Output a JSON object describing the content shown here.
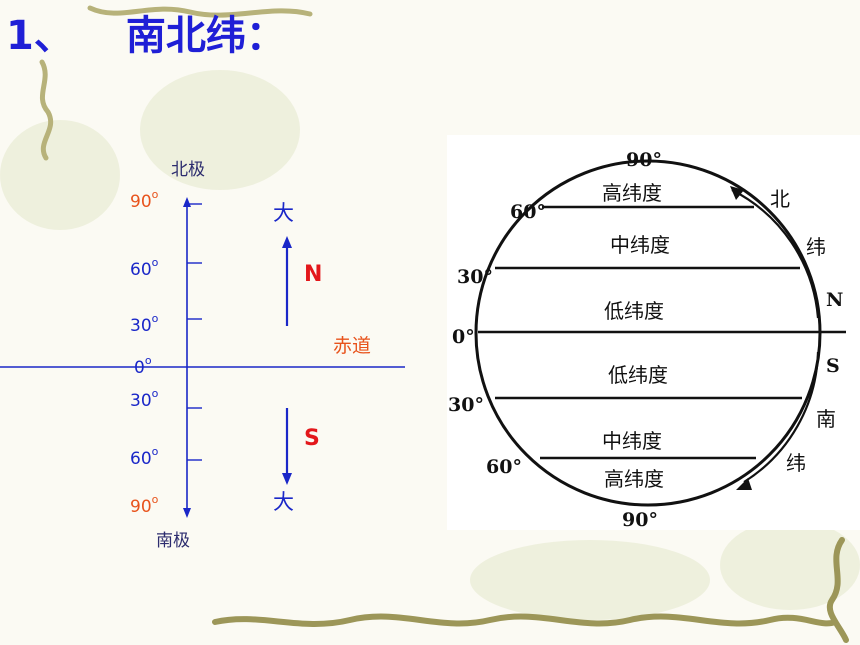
{
  "title": {
    "number": "1、",
    "text": "南北纬："
  },
  "axis_diagram": {
    "north_pole": "北极",
    "south_pole": "南极",
    "equator": "赤道",
    "degree_symbol": "o",
    "north_labels": [
      "90",
      "60",
      "30"
    ],
    "zero": "0",
    "south_labels": [
      "30",
      "60",
      "90"
    ],
    "north_big": "大",
    "south_big": "大",
    "north_letter": "N",
    "south_letter": "S"
  },
  "globe_diagram": {
    "top_label": "90°",
    "bottom_label": "90°",
    "left_north": [
      "60°",
      "30°"
    ],
    "left_zero": "0°",
    "left_south": [
      "30°",
      "60°"
    ],
    "zones": [
      "高纬度",
      "中纬度",
      "低纬度",
      "低纬度",
      "中纬度",
      "高纬度"
    ],
    "north_side": [
      "北",
      "纬",
      "N"
    ],
    "south_side": [
      "S",
      "南",
      "纬"
    ]
  },
  "colors": {
    "title": "#1f1fd6",
    "blue": "#1a27c8",
    "orange": "#e8531c",
    "red": "#e3171b"
  }
}
